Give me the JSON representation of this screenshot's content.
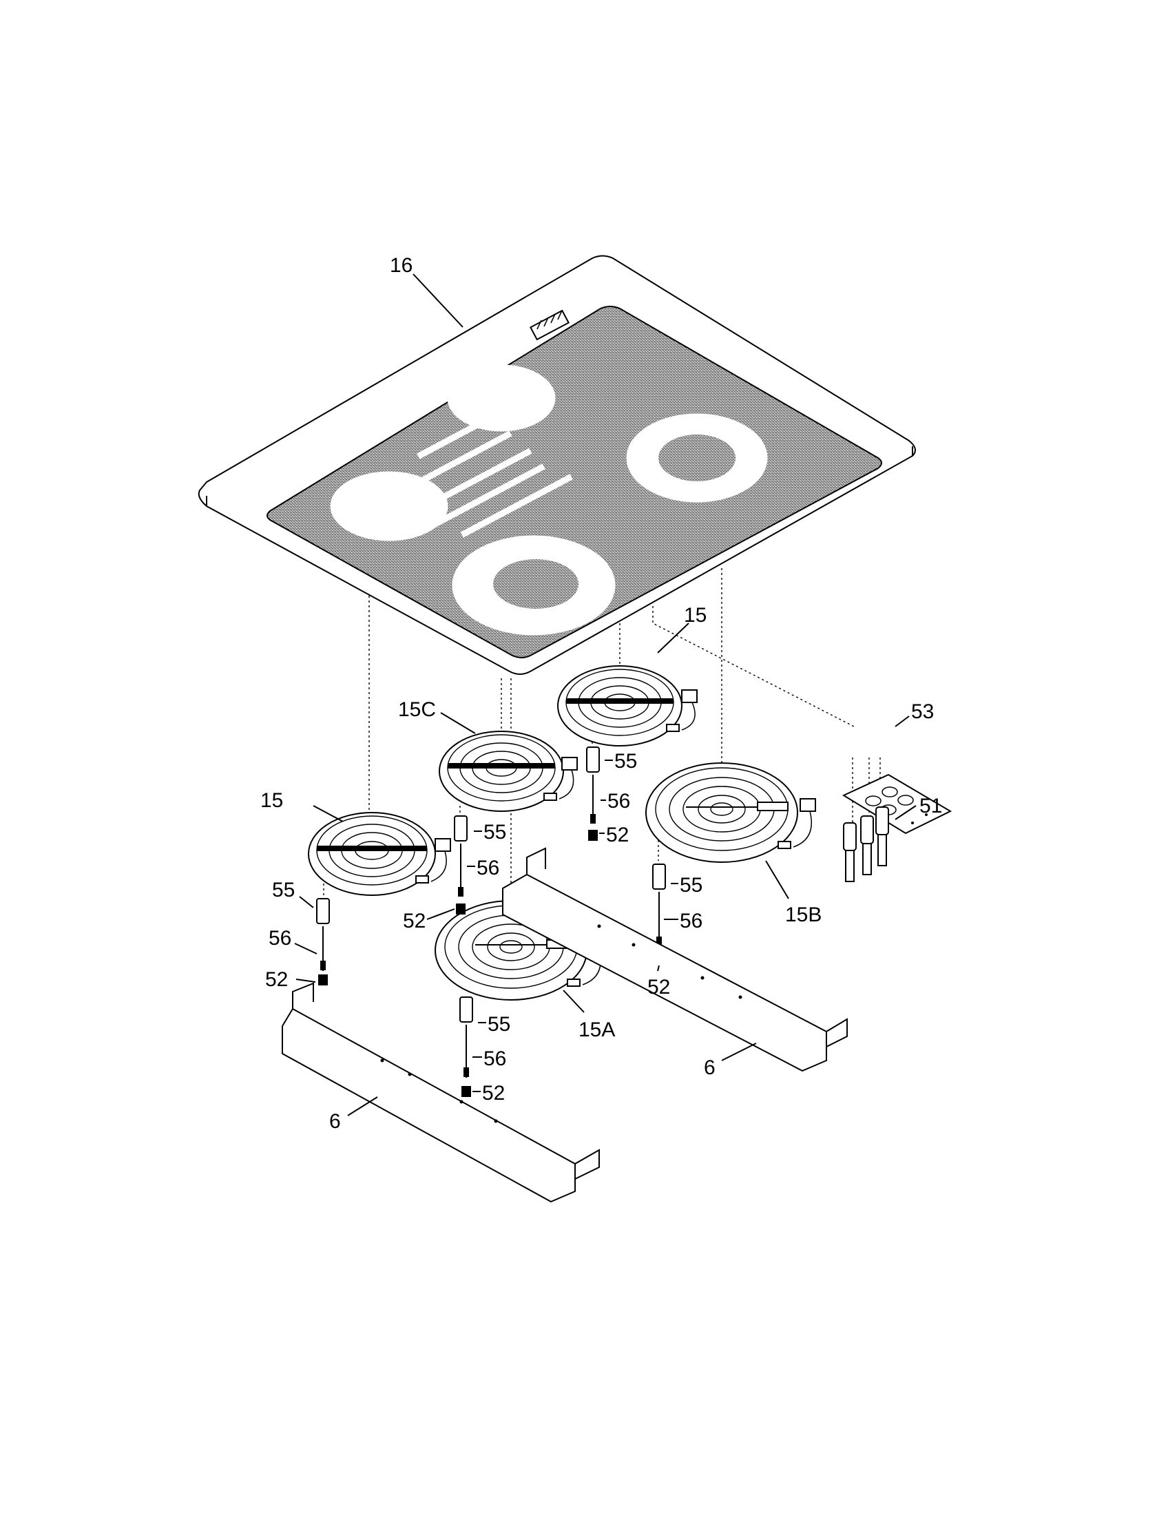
{
  "diagram": {
    "callouts": [
      {
        "id": "c16",
        "text": "16"
      },
      {
        "id": "c15-rear",
        "text": "15"
      },
      {
        "id": "c15c",
        "text": "15C"
      },
      {
        "id": "c15-left",
        "text": "15"
      },
      {
        "id": "c53",
        "text": "53"
      },
      {
        "id": "c51",
        "text": "51"
      },
      {
        "id": "c55-a",
        "text": "55"
      },
      {
        "id": "c56-a",
        "text": "56"
      },
      {
        "id": "c52-a",
        "text": "52"
      },
      {
        "id": "c55-b",
        "text": "55"
      },
      {
        "id": "c56-b",
        "text": "56"
      },
      {
        "id": "c52-b",
        "text": "52"
      },
      {
        "id": "c55-c",
        "text": "55"
      },
      {
        "id": "c56-c",
        "text": "56"
      },
      {
        "id": "c52-c",
        "text": "52"
      },
      {
        "id": "c55-d",
        "text": "55"
      },
      {
        "id": "c56-d",
        "text": "56"
      },
      {
        "id": "c52-d",
        "text": "52"
      },
      {
        "id": "c55-e",
        "text": "55"
      },
      {
        "id": "c56-e",
        "text": "56"
      },
      {
        "id": "c52-e",
        "text": "52"
      },
      {
        "id": "c15b",
        "text": "15B"
      },
      {
        "id": "c15a",
        "text": "15A"
      },
      {
        "id": "c6-right",
        "text": "6"
      },
      {
        "id": "c6-left",
        "text": "6"
      }
    ]
  }
}
